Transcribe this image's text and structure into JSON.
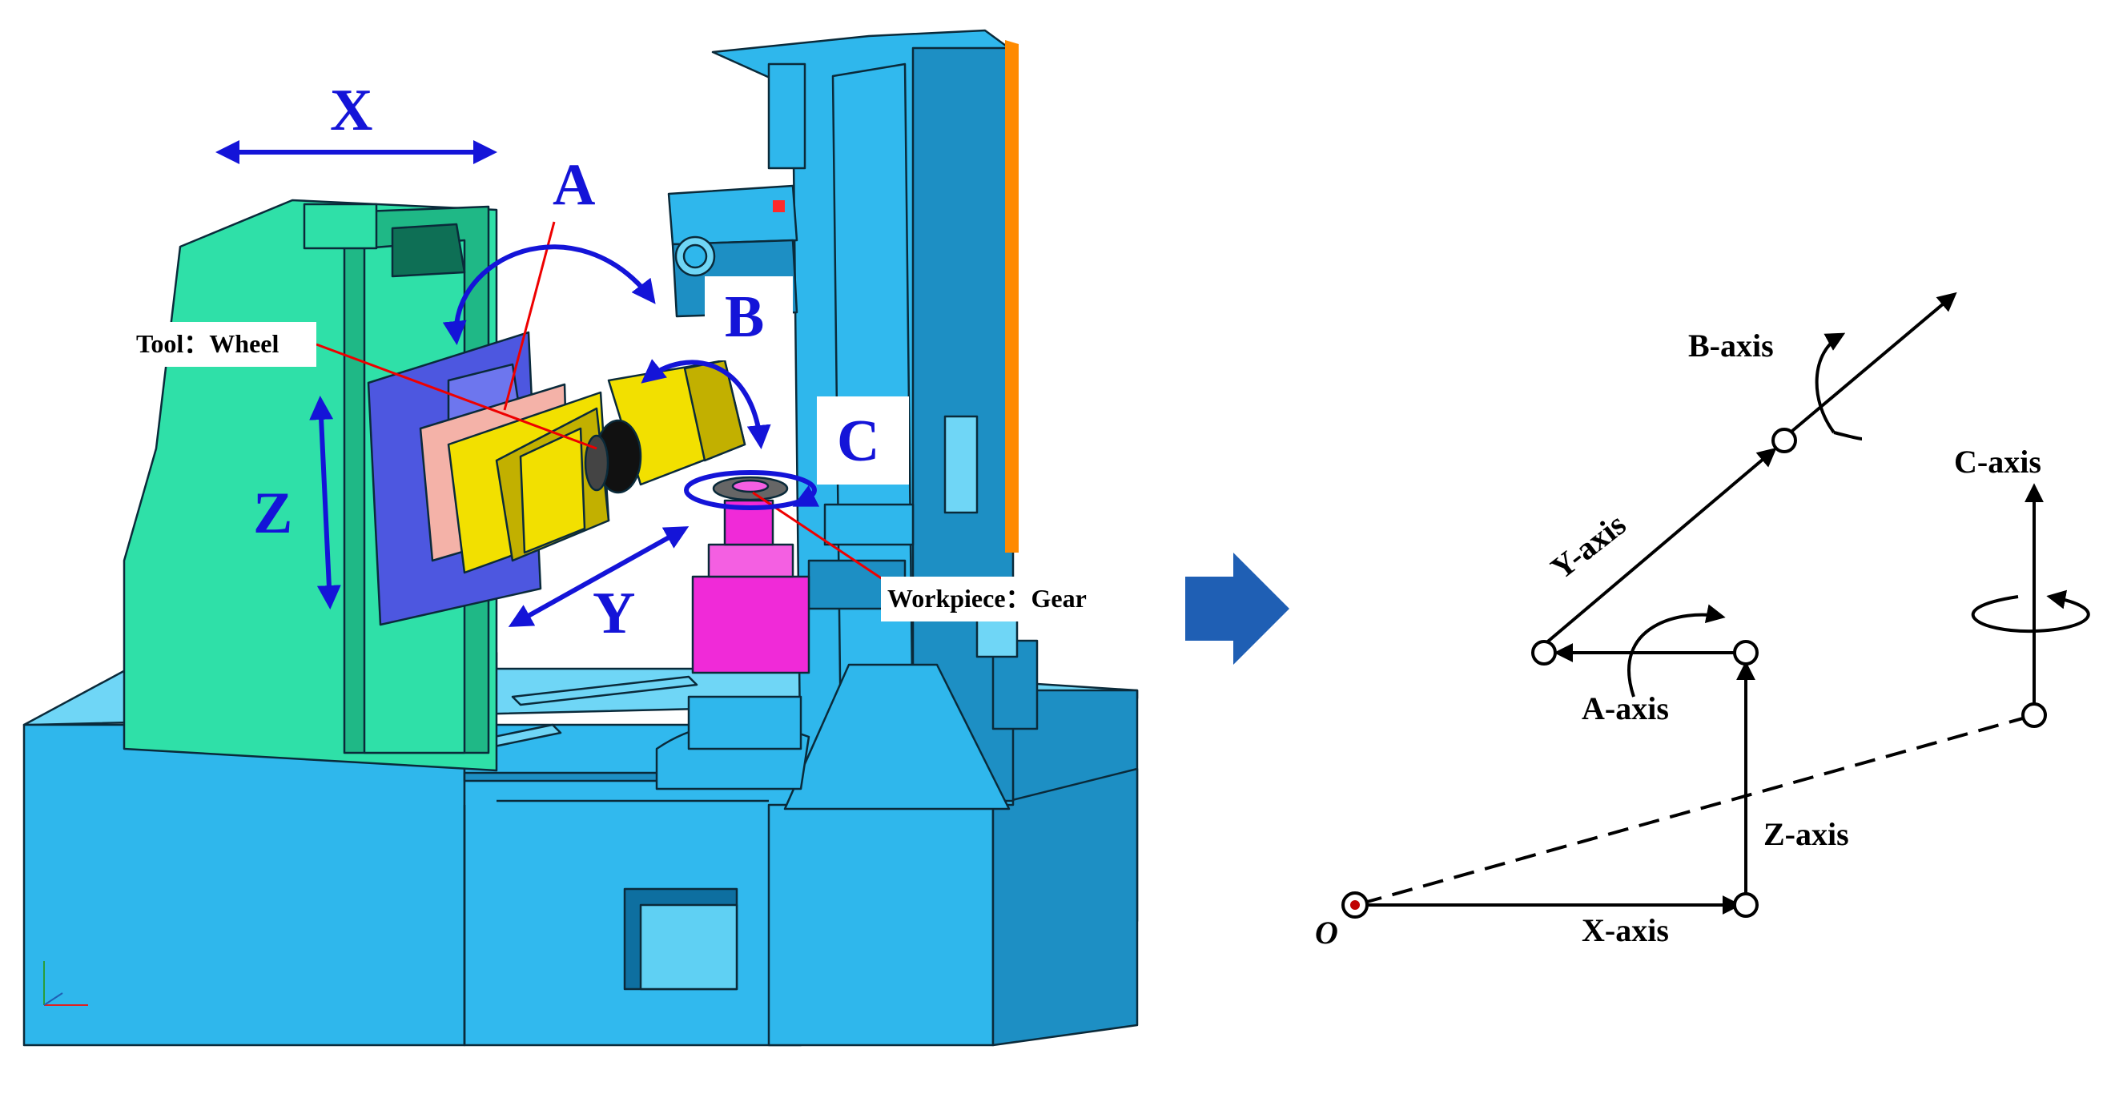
{
  "machine": {
    "axis_labels": {
      "x": "X",
      "y": "Y",
      "z": "Z",
      "a": "A",
      "b": "B",
      "c": "C"
    },
    "callouts": {
      "tool": "Tool：Wheel",
      "workpiece": "Workpiece：Gear"
    },
    "colors": {
      "base": "#2fb7ec",
      "base_dark": "#1d8fc4",
      "column_left": "#2fe0a8",
      "column_left_dark": "#1fb886",
      "plate": "#4d57e0",
      "pink_plate": "#f4b2a8",
      "yellow": "#f2e000",
      "yellow_dark": "#c2b000",
      "magenta": "#f02ad8",
      "axis_blue": "#1414d8",
      "callout_red": "#ee0000"
    }
  },
  "flow_arrow_color": "#1f5fb4",
  "schematic": {
    "origin_label": "O",
    "axis_labels": {
      "x": "X-axis",
      "z": "Z-axis",
      "a": "A-axis",
      "y": "Y-axis",
      "b": "B-axis",
      "c": "C-axis"
    }
  }
}
